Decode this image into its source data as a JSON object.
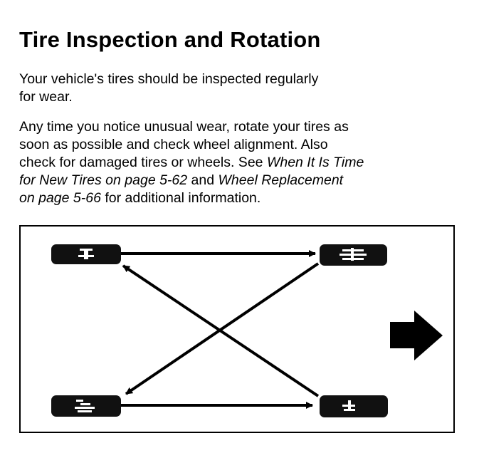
{
  "heading": "Tire Inspection and Rotation",
  "paragraph1": {
    "line1": "Your vehicle's tires should be inspected regularly",
    "line2": "for wear."
  },
  "paragraph2": {
    "line1": "Any time you notice unusual wear, rotate your tires as",
    "line2": "soon as possible and check wheel alignment. Also",
    "line3_plain": "check for damaged tires or wheels. See ",
    "line3_ref": "When It Is Time",
    "line4_ref": "for New Tires on page 5-62",
    "line4_plain": " and ",
    "line4_ref2": "Wheel Replacement",
    "line5_ref": "on page 5-66",
    "line5_plain": " for additional information."
  },
  "figure": {
    "tires": [
      "left-front-tire",
      "right-front-tire",
      "left-rear-tire",
      "right-rear-tire"
    ],
    "arrows": [
      "left-front-to-right-front",
      "right-front-to-left-rear",
      "left-rear-to-right-rear",
      "right-rear-to-left-front"
    ],
    "direction_indicator": "forward-arrow-icon",
    "colors": {
      "ink": "#000000",
      "tire": "#111111",
      "tread": "#ffffff"
    }
  }
}
